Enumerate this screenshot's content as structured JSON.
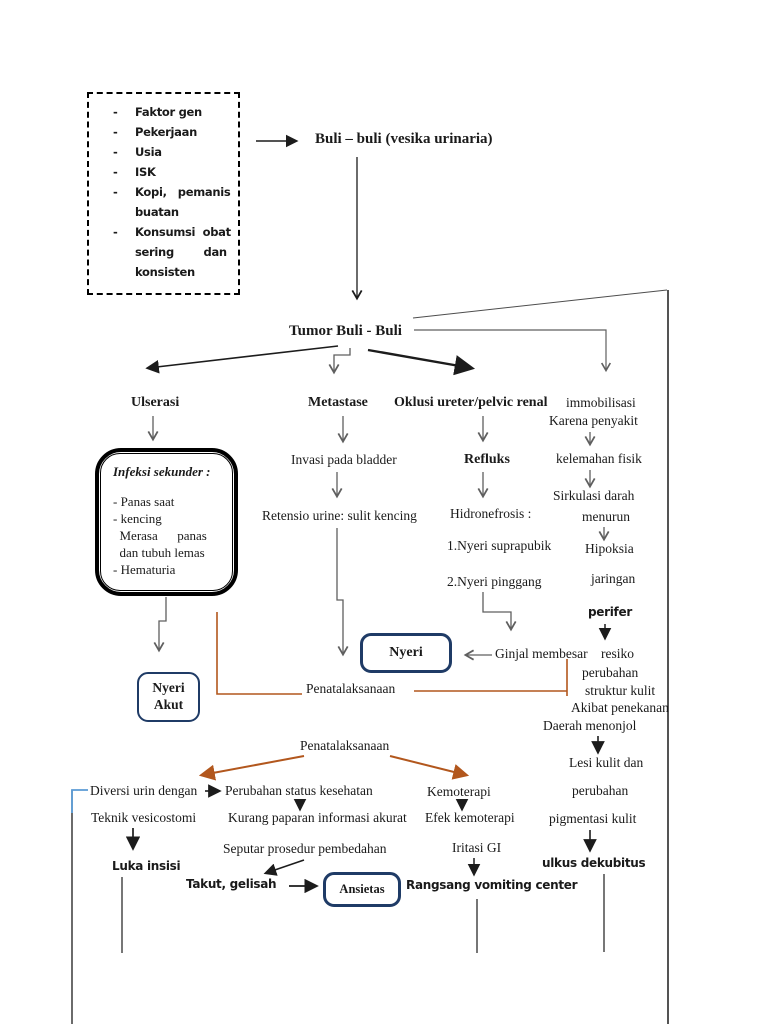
{
  "colors": {
    "navy_box_border": "#1f3b66",
    "orange_connector": "#b2571d",
    "blue_connector": "#5b9bd5",
    "grey_line": "#5f5f5f",
    "text": "#1a1a1a"
  },
  "risk_box": {
    "dash": "-",
    "lines": [
      "Faktor gen",
      "Pekerjaan",
      "Usia",
      "ISK",
      "Kopi,   pemanis",
      "buatan",
      "Konsumsi  obat",
      "sering        dan",
      "konsisten"
    ]
  },
  "infeksi_box": {
    "title": "Infeksi sekunder :",
    "lines": [
      "- Panas saat",
      "- kencing",
      "  Merasa      panas",
      "  dan tubuh lemas",
      "- Hematuria"
    ]
  },
  "boxes": {
    "nyeri_akut_line1": "Nyeri",
    "nyeri_akut_line2": "Akut",
    "nyeri": "Nyeri",
    "ansietas": "Ansietas"
  },
  "flow": {
    "buli": "Buli – buli (vesika urinaria)",
    "tumor": "Tumor Buli - Buli",
    "ulserasi": "Ulserasi",
    "metastase": "Metastase",
    "oklusi": "Oklusi ureter/pelvic renal",
    "immobilisasi": "immobilisasi",
    "karena_penyakit": "Karena penyakit",
    "invasi": "Invasi pada bladder",
    "retensio": "Retensio urine: sulit kencing",
    "refluks": "Refluks",
    "hidronefrosis": "Hidronefrosis :",
    "nyeri_suprapubik": "1.Nyeri suprapubik",
    "nyeri_pinggang": "2.Nyeri pinggang",
    "kelemahan_fisik": "kelemahan fisik",
    "sirkulasi_darah": "Sirkulasi darah",
    "menurun": "menurun",
    "hipoksia": "Hipoksia",
    "jaringan": "jaringan",
    "perifer": "perifer",
    "ginjal_membesar": "Ginjal membesar",
    "resiko": "resiko",
    "perubahan_1": "perubahan",
    "struktur_kulit": "struktur kulit",
    "akibat_penekanan": "Akibat penekanan",
    "daerah_menonjol": "Daerah menonjol",
    "lesi_kulit": "Lesi kulit dan",
    "perubahan_2": "perubahan",
    "pigmentasi_kulit": "pigmentasi kulit",
    "ulkus_dekubitus": "ulkus dekubitus",
    "penatalaksanaan_1": "Penatalaksanaan",
    "penatalaksanaan_2": "Penatalaksanaan",
    "diversi": "Diversi urin dengan",
    "teknik_vesicostomi": "Teknik vesicostomi",
    "luka_insisi": "Luka insisi",
    "perubahan_status": "Perubahan status kesehatan",
    "kurang_paparan": "Kurang paparan informasi akurat",
    "seputar_prosedur": "Seputar prosedur pembedahan",
    "takut_gelisah": "Takut, gelisah",
    "kemoterapi": "Kemoterapi",
    "efek_kemoterapi": "Efek kemoterapi",
    "iritasi_gi": "Iritasi GI",
    "rangsang_vomiting": "Rangsang vomiting center"
  }
}
